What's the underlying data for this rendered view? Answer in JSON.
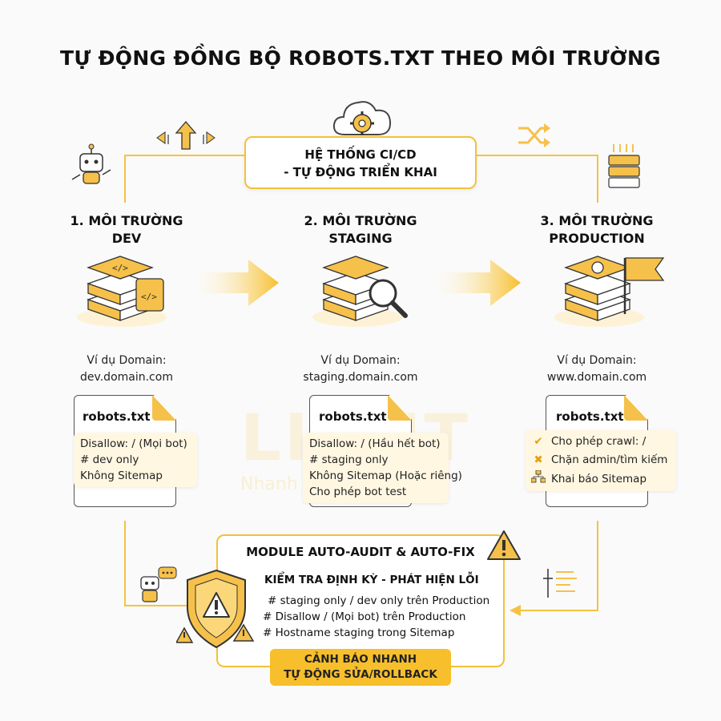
{
  "title": "TỰ ĐỘNG ĐỒNG BỘ ROBOTS.TXT THEO MÔI TRƯỜNG",
  "cicd": {
    "line1": "HỆ THỐNG CI/CD",
    "line2": "- TỰ ĐỘNG TRIỂN KHAI",
    "icon": "cloud-gear-icon"
  },
  "watermark": {
    "brand": "LIGHT",
    "slogan": "Nhanh - Đẹp"
  },
  "stages": [
    {
      "title_l1": "1. MÔI TRƯỜNG",
      "title_l2": "DEV",
      "domain_label": "Ví dụ Domain:",
      "domain": "dev.domain.com",
      "file": "robots.txt",
      "lines": [
        "Disallow: / (Mọi bot)",
        "# dev only",
        "Không Sitemap"
      ]
    },
    {
      "title_l1": "2. MÔI TRƯỜNG",
      "title_l2": "STAGING",
      "domain_label": "Ví dụ Domain:",
      "domain": "staging.domain.com",
      "file": "robots.txt",
      "lines": [
        "Disallow: / (Hầu hết bot)",
        "# staging only",
        "Không Sitemap (Hoặc riêng)",
        "Cho phép bot test"
      ]
    },
    {
      "title_l1": "3. MÔI TRƯỜNG",
      "title_l2": "PRODUCTION",
      "domain_label": "Ví dụ Domain:",
      "domain": "www.domain.com",
      "file": "robots.txt",
      "lines": [
        "Cho phép crawl: /",
        "Chặn admin/tìm kiếm",
        "Khai báo Sitemap"
      ],
      "line_icons": [
        "check-icon",
        "cross-icon",
        "sitemap-icon"
      ]
    }
  ],
  "module": {
    "title": "MODULE AUTO-AUDIT & AUTO-FIX",
    "subtitle": "KIỂM TRA ĐỊNH KỲ - PHÁT HIỆN LỖI",
    "checks": [
      "# staging only / dev only trên Production",
      "# Disallow / (Mọi bot) trên Production",
      "# Hostname staging trong Sitemap"
    ],
    "alert_l1": "CẢNH BÁO NHANH",
    "alert_l2": "TỰ ĐỘNG SỬA/ROLLBACK"
  },
  "colors": {
    "accent": "#f6c14a",
    "accent_dark": "#e0a514",
    "line": "#f5c242",
    "text": "#111111"
  }
}
